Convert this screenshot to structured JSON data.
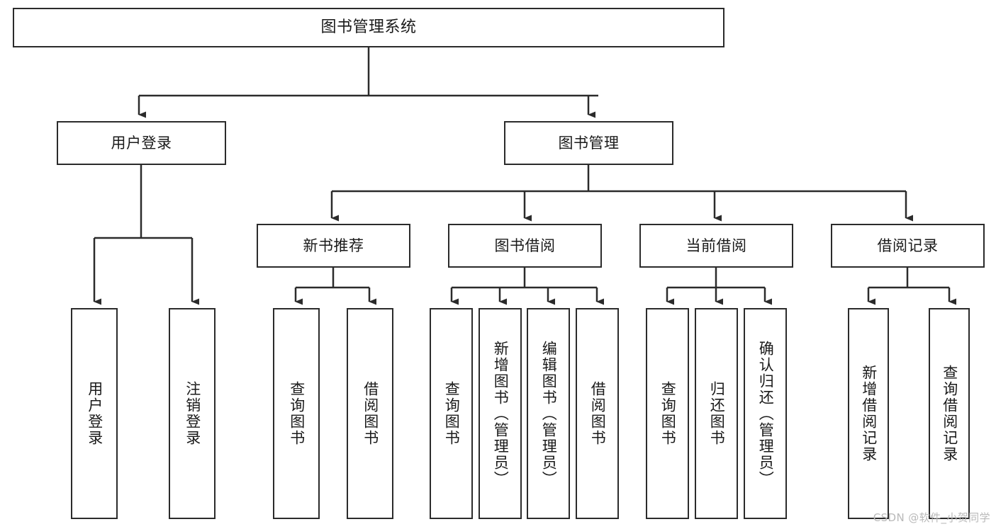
{
  "diagram": {
    "title": "图书管理系统",
    "type": "hierarchy-tree",
    "watermark": "CSDN @软件_小贺同学",
    "colors": {
      "box_border": "#2b2b2b",
      "box_fill": "#ffffff",
      "connector": "#2b2b2b",
      "text": "#1a1a1a",
      "watermark": "#b9b9b9"
    },
    "nodes": {
      "root": {
        "label": "图书管理系统"
      },
      "level2": [
        {
          "label": "用户登录"
        },
        {
          "label": "图书管理"
        }
      ],
      "level3": [
        {
          "label": "新书推荐"
        },
        {
          "label": "图书借阅"
        },
        {
          "label": "当前借阅"
        },
        {
          "label": "借阅记录"
        }
      ],
      "leaves": {
        "user_login": [
          {
            "label": "用户登录"
          },
          {
            "label": "注销登录"
          }
        ],
        "new_book_recommend": [
          {
            "label": "查询图书"
          },
          {
            "label": "借阅图书"
          }
        ],
        "book_borrow": [
          {
            "label": "查询图书"
          },
          {
            "label": "新增图书（管理员）"
          },
          {
            "label": "编辑图书（管理员）"
          },
          {
            "label": "借阅图书"
          }
        ],
        "current_borrow": [
          {
            "label": "查询图书"
          },
          {
            "label": "归还图书"
          },
          {
            "label": "确认归还（管理员）"
          }
        ],
        "borrow_record": [
          {
            "label": "新增借阅记录"
          },
          {
            "label": "查询借阅记录"
          }
        ]
      }
    }
  }
}
